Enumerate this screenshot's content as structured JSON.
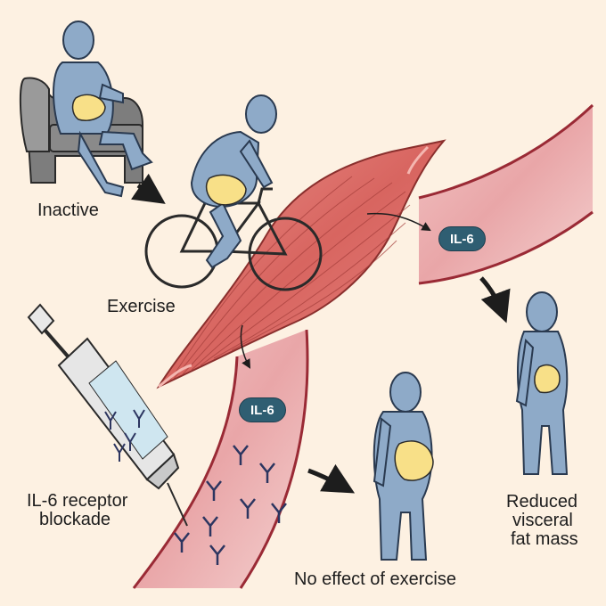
{
  "labels": {
    "inactive": "Inactive",
    "exercise": "Exercise",
    "il6_receptor_line1": "IL-6 receptor",
    "il6_receptor_line2": "blockade",
    "reduced_line1": "Reduced",
    "reduced_line2": "visceral",
    "reduced_line3": "fat mass",
    "no_effect": "No effect of exercise",
    "il6_top": "IL-6",
    "il6_bottom": "IL-6"
  },
  "colors": {
    "background": "#fdf1e2",
    "body": "#8eaac8",
    "fat": "#f8e088",
    "muscle": "#d86560",
    "vessel": "#e9a6a8",
    "il6_badge": "#2f5e72",
    "chair": "#7d7d7d",
    "antibody": "#2c3560"
  },
  "icons": [
    "armchair-icon",
    "bicycle-icon",
    "syringe-icon",
    "antibody-icon",
    "muscle-icon",
    "blood-vessel-icon",
    "person-icon"
  ]
}
